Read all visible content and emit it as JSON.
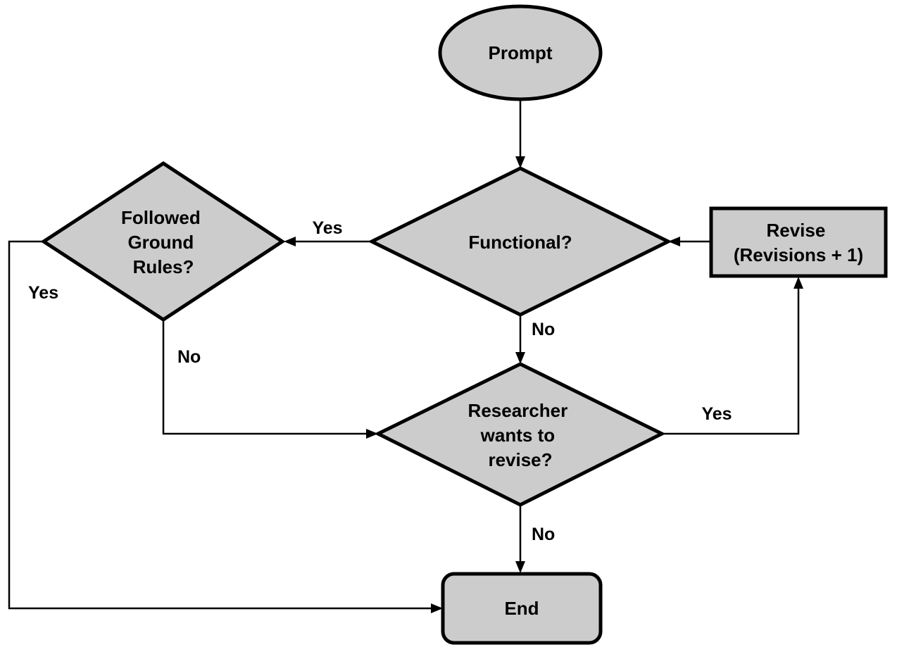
{
  "nodes": {
    "prompt": {
      "label": "Prompt"
    },
    "functional": {
      "label": "Functional?"
    },
    "ground_rules": {
      "lines": [
        "Followed",
        "Ground",
        "Rules?"
      ]
    },
    "revise": {
      "lines": [
        "Revise",
        "(Revisions + 1)"
      ]
    },
    "researcher": {
      "lines": [
        "Researcher",
        "wants to",
        "revise?"
      ]
    },
    "end": {
      "label": "End"
    }
  },
  "edges": {
    "functional_yes": "Yes",
    "functional_no": "No",
    "ground_rules_yes": "Yes",
    "ground_rules_no": "No",
    "researcher_yes": "Yes",
    "researcher_no": "No"
  },
  "colors": {
    "node_fill": "#cccccc",
    "stroke": "#000000",
    "background": "#ffffff"
  }
}
